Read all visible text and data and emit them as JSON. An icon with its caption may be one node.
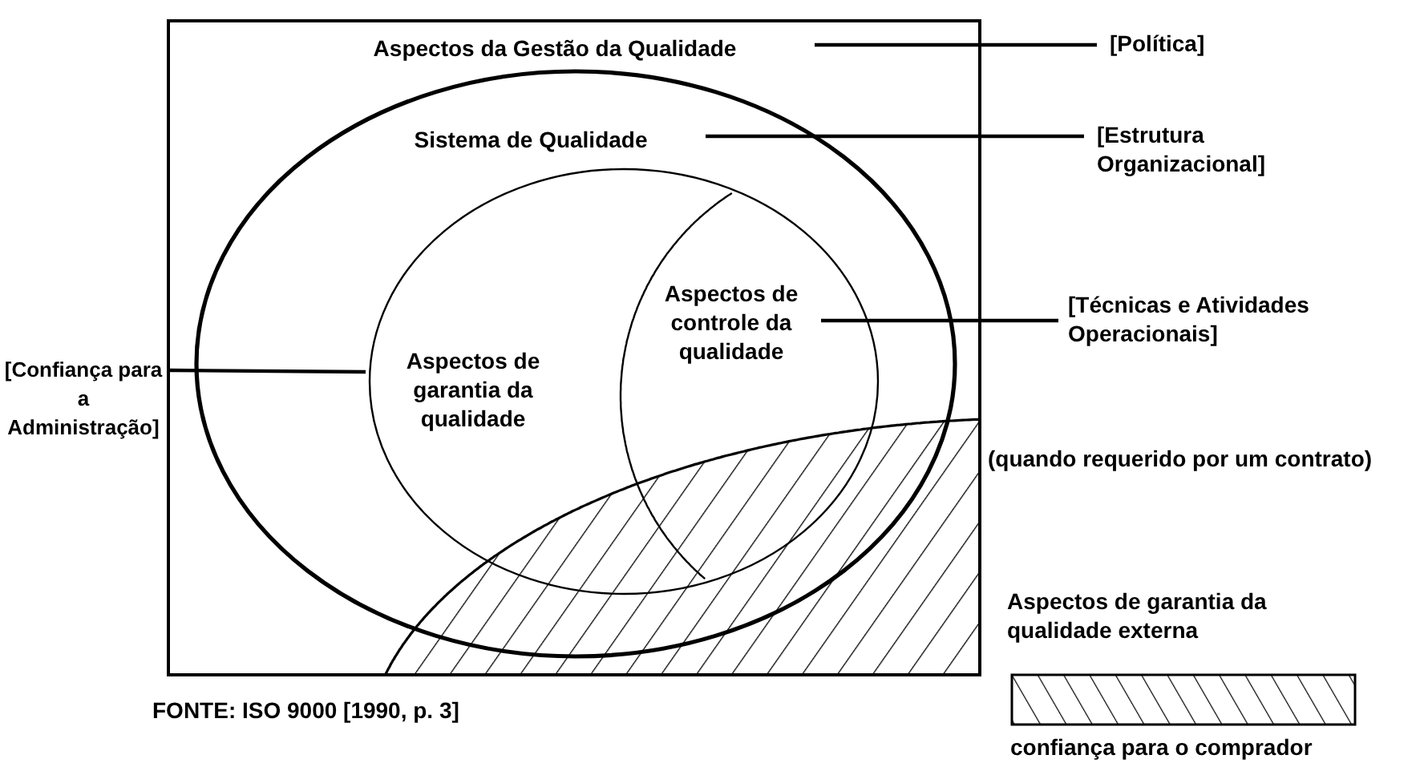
{
  "diagram": {
    "caption": "FONTE: ISO 9000 [1990, p. 3]",
    "nodes": [
      {
        "text": [
          "Aspectos da Gestão da Qualidade"
        ]
      },
      {
        "text": [
          "Sistema de Qualidade"
        ],
        "in": 0
      },
      {
        "text": [
          "Aspectos de garantia da qualidade"
        ],
        "in": 1
      },
      {
        "text": [
          "Aspectos de controle da qualidade"
        ],
        "in": 2
      },
      {
        "text": [
          "[Política]"
        ]
      },
      {
        "text": [
          "[Estrutura Organizacional]"
        ]
      },
      {
        "text": [
          "[Técnicas e Atividades Operacionais]"
        ]
      },
      {
        "text": [
          "[Confiança para a Administração]"
        ]
      },
      {
        "text": [],
        "shape": "ellipse",
        "in": 0
      }
    ],
    "edges": [
      {
        "from": 4,
        "to": 0,
        "arrow": "none"
      },
      {
        "from": 5,
        "to": 1,
        "arrow": "none"
      },
      {
        "from": 6,
        "to": 3,
        "arrow": "none"
      },
      {
        "from": 7,
        "to": 2,
        "arrow": "none"
      }
    ],
    "labels": [
      "(quando requerido por um contrato)",
      "confiança para o comprador"
    ],
    "legend": [
      {
        "text": "Aspectos de garantia da qualidade externa"
      }
    ]
  }
}
